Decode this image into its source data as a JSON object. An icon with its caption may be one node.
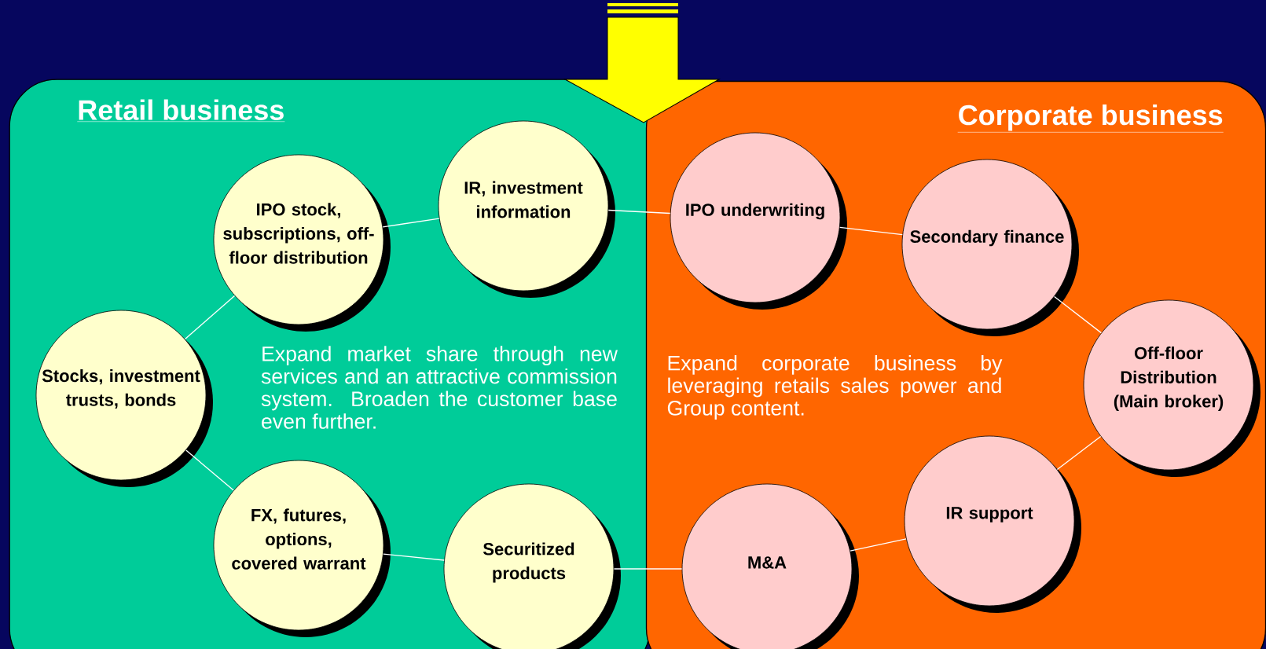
{
  "diagram": {
    "nodes": [
      {
        "text": [
          "Retail business",
          "Expand market share through new services and an attractive commission system. Broaden the customer base even further."
        ]
      },
      {
        "text": [
          "Corporate business",
          "Expand corporate business by leveraging retails sales power and Group content."
        ]
      },
      {
        "text": [
          "IPO stock, subscriptions, off-floor distribution"
        ],
        "in": 0
      },
      {
        "text": [
          "IR, investment information"
        ],
        "in": 0
      },
      {
        "text": [
          "Stocks, investment trusts, bonds"
        ],
        "in": 0
      },
      {
        "text": [
          "FX, futures, options, covered warrant"
        ],
        "in": 0
      },
      {
        "text": [
          "Securitized products"
        ],
        "in": 0
      },
      {
        "text": [
          "IPO underwriting"
        ],
        "in": 1
      },
      {
        "text": [
          "Secondary finance"
        ],
        "in": 1
      },
      {
        "text": [
          "Off-floor Distribution (Main broker)"
        ],
        "in": 1
      },
      {
        "text": [
          "IR support"
        ],
        "in": 1
      },
      {
        "text": [
          "M&A"
        ],
        "in": 1
      }
    ],
    "edges": [
      {
        "from": 4,
        "to": 2,
        "arrow": "none"
      },
      {
        "from": 2,
        "to": 3,
        "arrow": "none"
      },
      {
        "from": 3,
        "to": 7,
        "arrow": "none"
      },
      {
        "from": 7,
        "to": 8,
        "arrow": "none"
      },
      {
        "from": 8,
        "to": 9,
        "arrow": "none"
      },
      {
        "from": 9,
        "to": 10,
        "arrow": "none"
      },
      {
        "from": 10,
        "to": 11,
        "arrow": "none"
      },
      {
        "from": 11,
        "to": 6,
        "arrow": "none"
      },
      {
        "from": 6,
        "to": 5,
        "arrow": "none"
      },
      {
        "from": 5,
        "to": 4,
        "arrow": "none"
      }
    ]
  }
}
